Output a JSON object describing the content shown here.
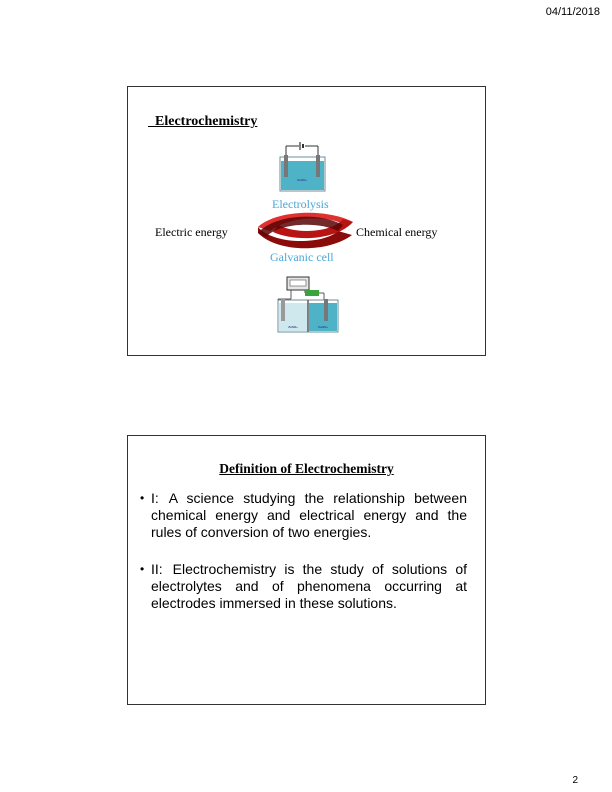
{
  "header": {
    "date": "04/11/2018"
  },
  "footer": {
    "page_number": "2"
  },
  "slide1": {
    "title": "Electrochemistry",
    "labels": {
      "electrolysis": "Electrolysis",
      "electric_energy": "Electric energy",
      "chemical_energy": "Chemical energy",
      "galvanic_cell": "Galvanic cell"
    },
    "top_beaker_label": "CuSO₄",
    "bottom_beaker_labels": [
      "ZnSO₄",
      "CuSO₄"
    ],
    "colors": {
      "solution": "#4fb3c8",
      "arrow_dark": "#8b0a0a",
      "arrow_light": "#e03030",
      "blue_text": "#4aa7d6"
    }
  },
  "slide2": {
    "title_underlined": "Definition",
    "title_rest": " of Electrochemistry",
    "bullets": [
      {
        "number": "I:",
        "text": "A science studying the relationship between chemical energy and electrical energy and the rules of conversion of two energies."
      },
      {
        "number": "II:",
        "text": "Electrochemistry is the study of solutions of electrolytes and of phenomena occurring at electrodes immersed in these solutions."
      }
    ]
  }
}
